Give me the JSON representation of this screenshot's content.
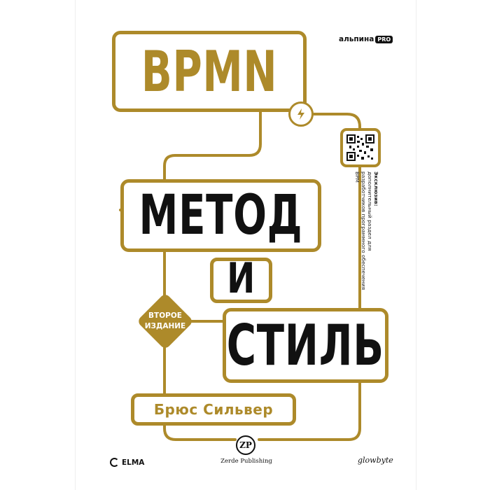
{
  "publisher_brand": {
    "name": "альпина",
    "badge": "PRO"
  },
  "cover": {
    "title_line1": "BPMN",
    "title_line2": "МЕТОД",
    "title_line3": "И",
    "title_line4": "СТИЛЬ",
    "edition": "ВТОРОЕ ИЗДАНИЕ",
    "author": "Брюс Сильвер",
    "exclusive_heading": "Эксклюзив:",
    "exclusive_text": "дополнительный раздел для разработчиков программного обеспечения BPM"
  },
  "logos": {
    "left": "ELMA",
    "center_mark": "ZP",
    "center": "Zerde Publishing",
    "right": "glowbyte"
  },
  "colors": {
    "accent": "#ad8a2a",
    "text": "#111111",
    "background": "#ffffff"
  },
  "icons": {
    "bolt": "lightning-bolt-icon",
    "qr": "qr-code-icon"
  }
}
